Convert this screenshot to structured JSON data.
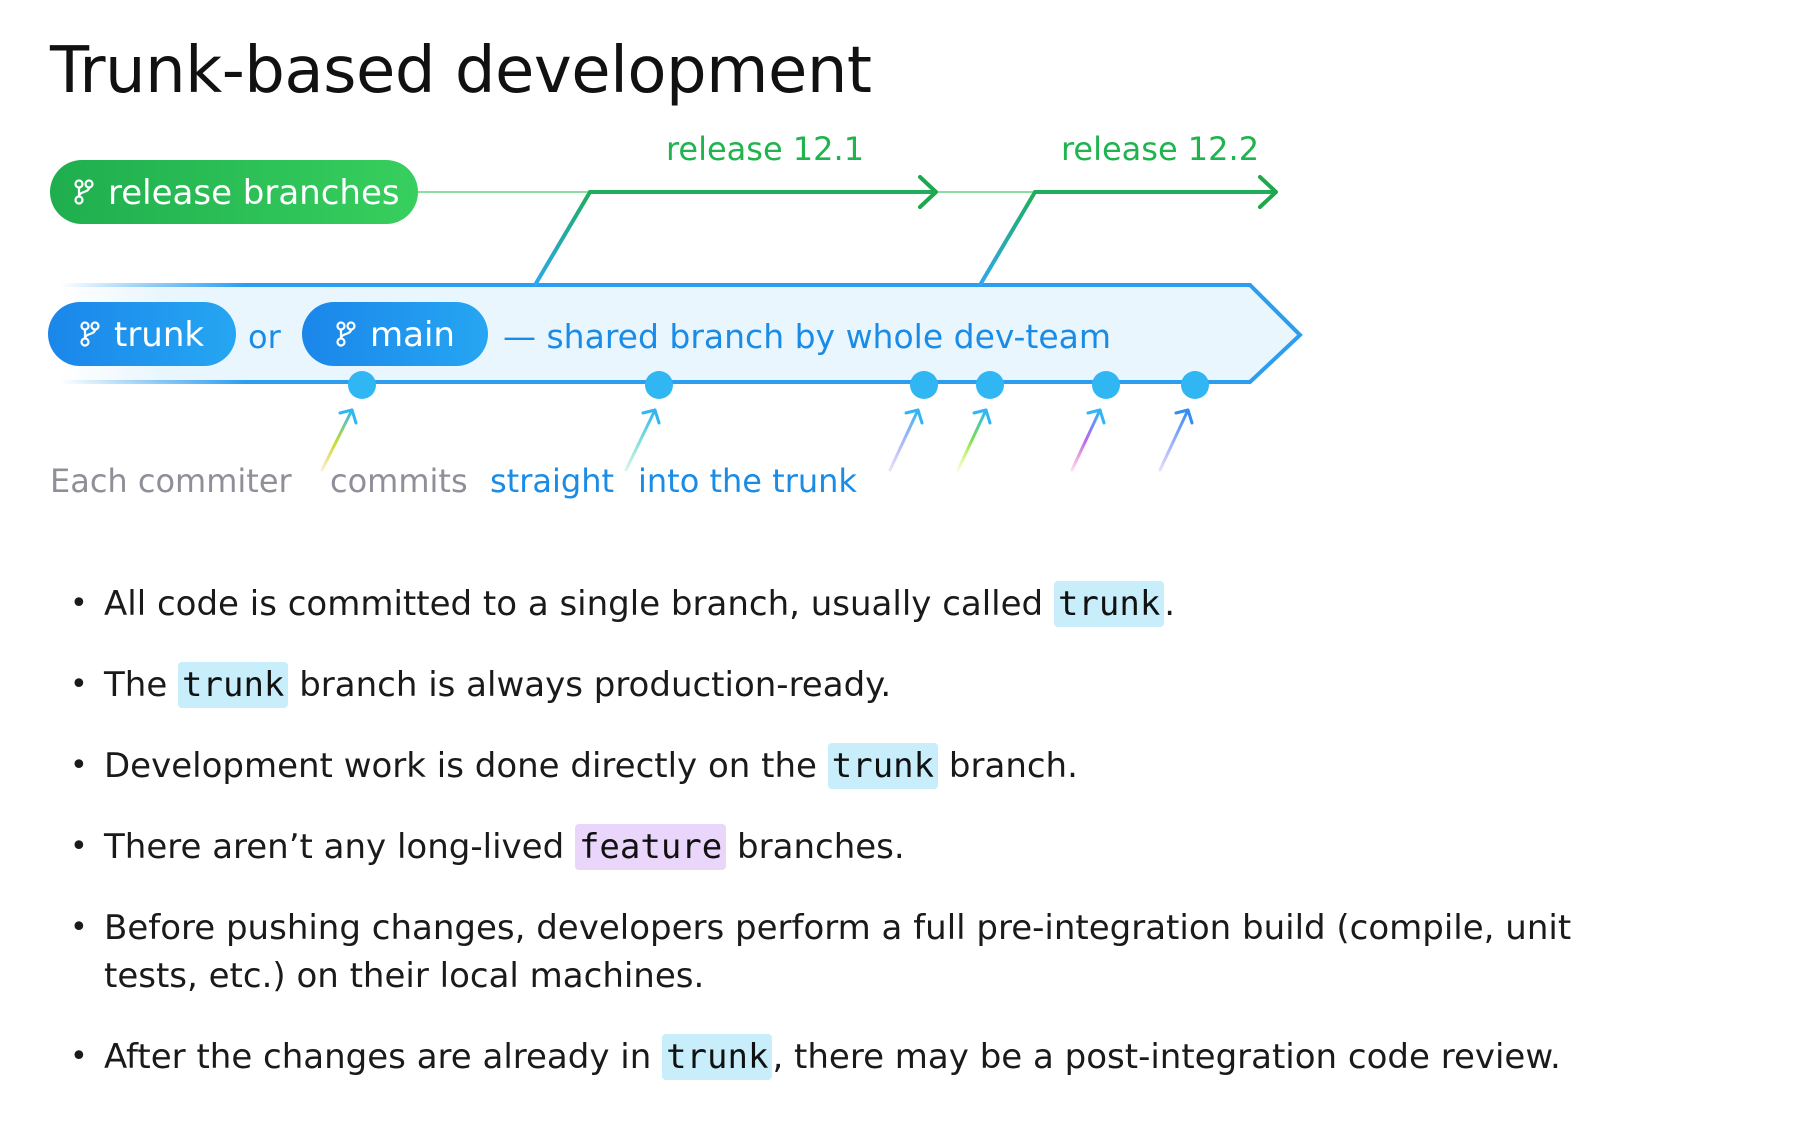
{
  "title": "Trunk-based development",
  "diagram": {
    "release_branches_label": "release branches",
    "release_1": "release 12.1",
    "release_2": "release 12.2",
    "trunk_label": "trunk",
    "or_text": "or",
    "main_label": "main",
    "shared_text": "— shared branch by whole dev-team",
    "caption": {
      "part1": "Each commiter",
      "part2": "commits",
      "part3": "straight",
      "part4": "into the trunk"
    },
    "icon": "git-branch-icon",
    "colors": {
      "green": "#1fae4e",
      "blue": "#1a8ce6",
      "light_blue": "#2fb6f3",
      "band_fill": "#eaf6fe",
      "caption_gray": "#8f8f99",
      "caption_blue": "#1a8ce6"
    }
  },
  "bullets": [
    {
      "before": "All code is committed to a single branch, usually called ",
      "code": "trunk",
      "after": "."
    },
    {
      "before": "The ",
      "code": "trunk",
      "after": " branch is always production-ready."
    },
    {
      "before": "Development work is done directly on the ",
      "code": "trunk",
      "after": " branch."
    },
    {
      "before": "There aren’t any long-lived ",
      "code": "feature",
      "after": " branches."
    },
    {
      "before": "Before pushing changes, developers perform a full pre-integration build (compile, unit tests, etc.) on their local machines.",
      "code": "",
      "after": ""
    },
    {
      "before": "After the changes are already in ",
      "code": "trunk",
      "after": ", there may be a post-integration code review."
    }
  ]
}
